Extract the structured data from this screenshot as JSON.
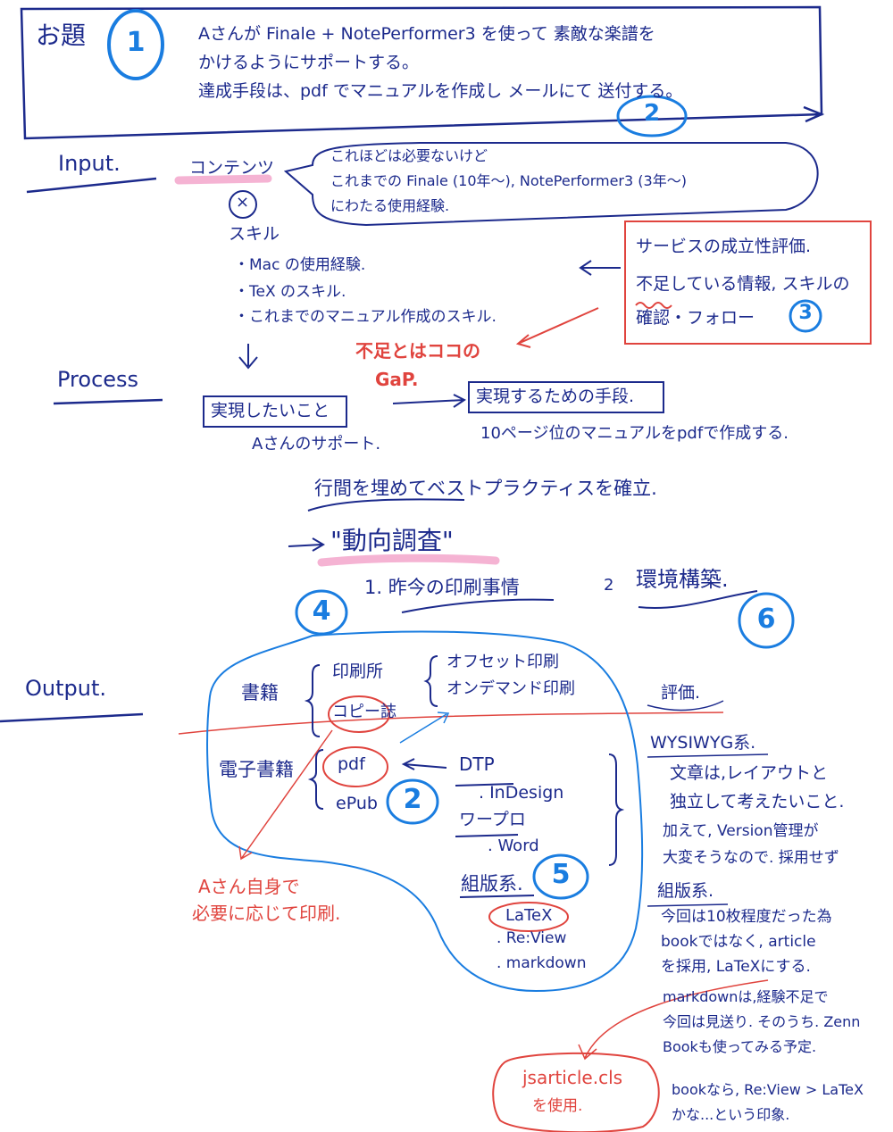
{
  "colors": {
    "ink": "#1c2a8c",
    "accent_blue": "#1a7de0",
    "red": "#e0443e",
    "highlight_pink": "#f2a0c8"
  },
  "header": {
    "odai": "お題",
    "n1": "1",
    "line1": "Aさんが Finale + NotePerformer3 を使って 素敵な楽譜を",
    "line2": "かけるようにサポートする。",
    "line3": "達成手段は、pdf でマニュアルを作成し メールにて 送付する。",
    "n2": "2"
  },
  "input": {
    "label": "Input.",
    "contents": "コンテンツ",
    "times": "×",
    "skill": "スキル",
    "bubble_l1": "これほどは必要ないけど",
    "bubble_l2": "これまでの Finale (10年〜), NotePerformer3 (3年〜)",
    "bubble_l3": "にわたる使用経験.",
    "skills": [
      "・Mac の使用経験.",
      "・TeX のスキル.",
      "・これまでのマニュアル作成のスキル."
    ]
  },
  "service_box": {
    "l1": "サービスの成立性評価.",
    "l2": "不足している情報, スキルの",
    "l3": "確認・フォロー",
    "n3": "3"
  },
  "process": {
    "label": "Process",
    "gap_l1": "不足とはココの",
    "gap_l2": "GaP.",
    "want": "実現したいこと",
    "means": "実現するための手段.",
    "support": "Aさんのサポート.",
    "pdf_plan": "10ページ位のマニュアルをpdfで作成する."
  },
  "research": {
    "best_practice": "行間を埋めてベストプラクティスを確立.",
    "trend": "\"動向調査\"",
    "item1": "1. 昨今の印刷事情",
    "item2_num": "2",
    "item2": "環境構築.",
    "n4": "4",
    "n6": "6"
  },
  "output": {
    "label": "Output.",
    "shoseki": "書籍",
    "insatsujo": "印刷所",
    "copy": "コピー誌",
    "offset": "オフセット印刷",
    "ondemand": "オンデマンド印刷",
    "denshi": "電子書籍",
    "pdf": "pdf",
    "epub": "ePub",
    "n2": "2",
    "dtp": "DTP",
    "indesign": ". InDesign",
    "wapuro": "ワープロ",
    "word": ". Word",
    "kumihan": "組版系.",
    "n5": "5",
    "latex": "LaTeX",
    "review": ". Re:View",
    "markdown": ". markdown",
    "self_print_l1": "Aさん自身で",
    "self_print_l2": "必要に応じて印刷."
  },
  "evaluation": {
    "title": "評価.",
    "wysiwyg": "WYSIWYG系.",
    "w_l1": "文章は,レイアウトと",
    "w_l2": "独立して考えたいこと.",
    "w_l3": "加えて, Version管理が",
    "w_l4": "大変そうなので. 採用せず",
    "kumihan": "組版系.",
    "k_l1": "今回は10枚程度だった為",
    "k_l2": "bookではなく, article",
    "k_l3": "を採用, LaTeXにする.",
    "k_l4": "markdownは,経験不足で",
    "k_l5": "今回は見送り. そのうち. Zenn",
    "k_l6": "Bookも使ってみる予定.",
    "k_l7": "bookなら, Re:View > LaTeX",
    "k_l8": "かな...という印象."
  },
  "jsarticle": {
    "l1": "jsarticle.cls",
    "l2": "を使用."
  }
}
